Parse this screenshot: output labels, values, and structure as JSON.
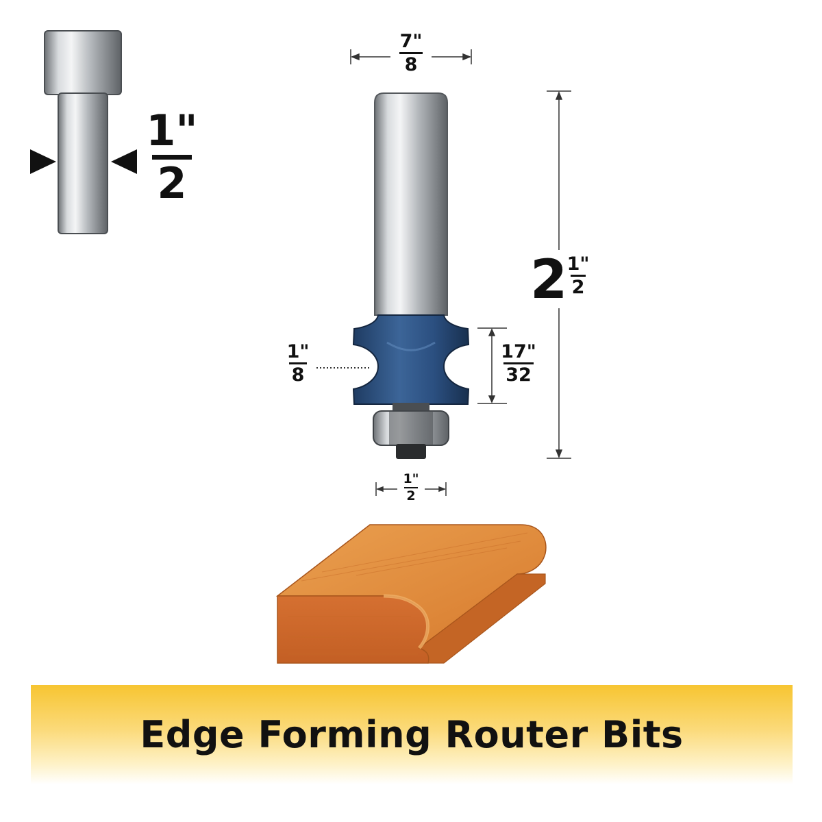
{
  "shank_callout": {
    "num": "1\"",
    "den": "2"
  },
  "top_width": {
    "num": "7\"",
    "den": "8"
  },
  "overall_length": {
    "whole": "2",
    "num": "1\"",
    "den": "2"
  },
  "radius": {
    "num": "1\"",
    "den": "8"
  },
  "cut_height": {
    "num": "17\"",
    "den": "32"
  },
  "bearing": {
    "num": "1\"",
    "den": "2"
  },
  "banner": {
    "title": "Edge Forming Router Bits"
  },
  "colors": {
    "cutter_blue": "#2d5283",
    "steel": "#b9bdc1",
    "wood": "#d9772e",
    "banner_yellow": "#f7c531"
  }
}
